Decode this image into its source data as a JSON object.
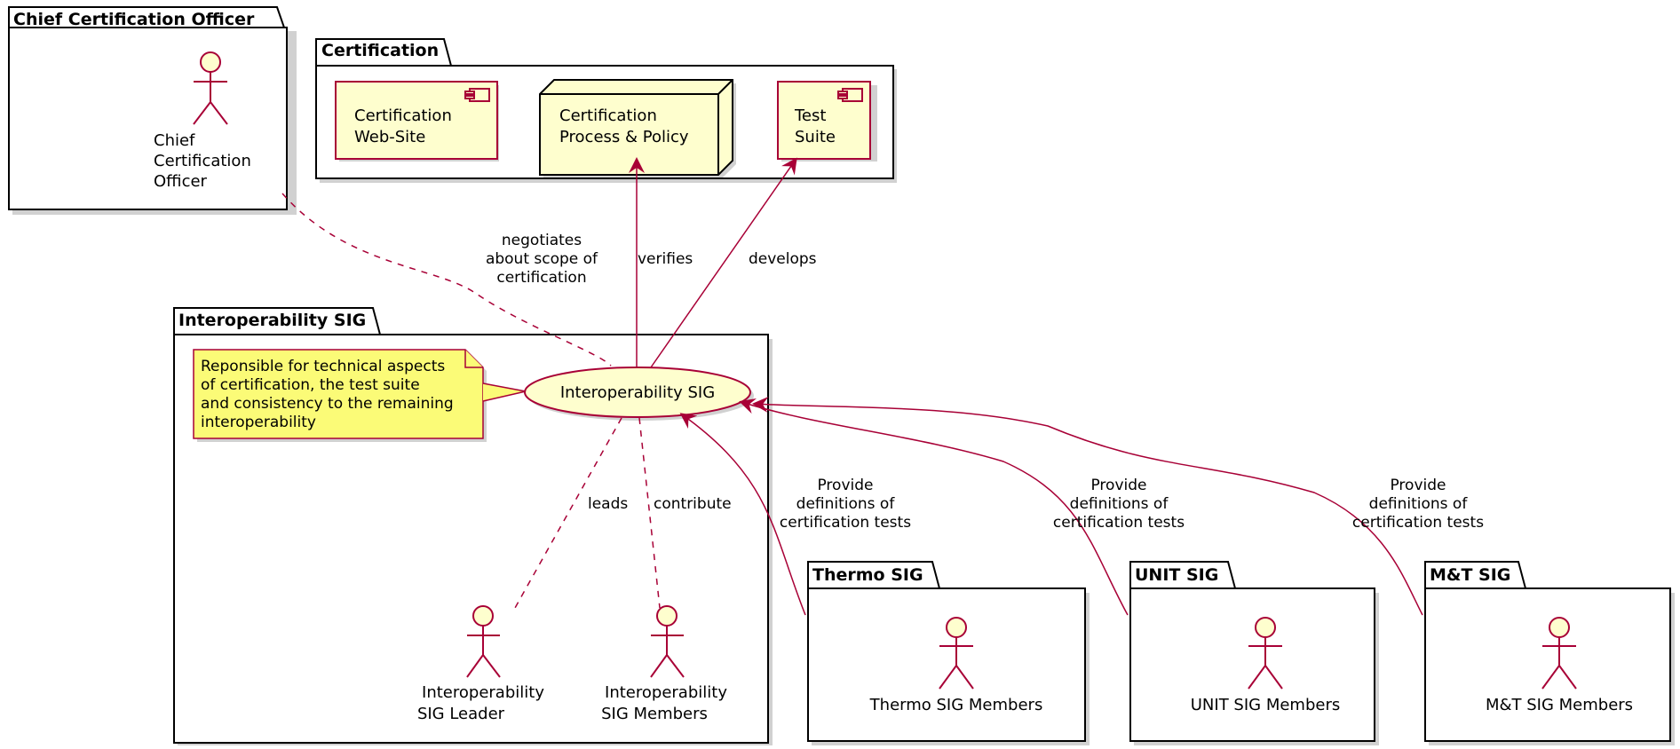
{
  "packages": {
    "cco": "Chief Certification Officer",
    "certification": "Certification",
    "interop": "Interoperability SIG",
    "thermo": "Thermo SIG",
    "unit": "UNIT SIG",
    "mt": "M&T SIG"
  },
  "components": {
    "website": [
      "Certification",
      "Web-Site"
    ],
    "process": [
      "Certification",
      "Process & Policy"
    ],
    "testsuite": [
      "Test",
      "Suite"
    ]
  },
  "actors": {
    "cco": [
      "Chief",
      "Certification",
      "Officer"
    ],
    "leader": [
      "Interoperability",
      "SIG Leader"
    ],
    "members": [
      "Interoperability",
      "SIG Members"
    ],
    "thermo": [
      "Thermo SIG Members"
    ],
    "unit": [
      "UNIT SIG Members"
    ],
    "mt": [
      "M&T SIG Members"
    ]
  },
  "usecase": "Interoperability SIG",
  "note": [
    "Reponsible for technical aspects",
    "of certification, the test suite",
    "and consistency to the remaining",
    "interoperability"
  ],
  "edges": {
    "negotiates": [
      "negotiates",
      "about scope of",
      "certification"
    ],
    "verifies": "verifies",
    "develops": "develops",
    "leads": "leads",
    "contribute": "contribute",
    "provide_thermo": [
      "Provide",
      "definitions of",
      "certification tests"
    ],
    "provide_unit": [
      "Provide",
      "definitions of",
      "certification tests"
    ],
    "provide_mt": [
      "Provide",
      "definitions of",
      "certification tests"
    ]
  },
  "colors": {
    "node_fill": "#FEFECE",
    "node_stroke": "#A80036",
    "note_fill": "#FBFB77"
  }
}
